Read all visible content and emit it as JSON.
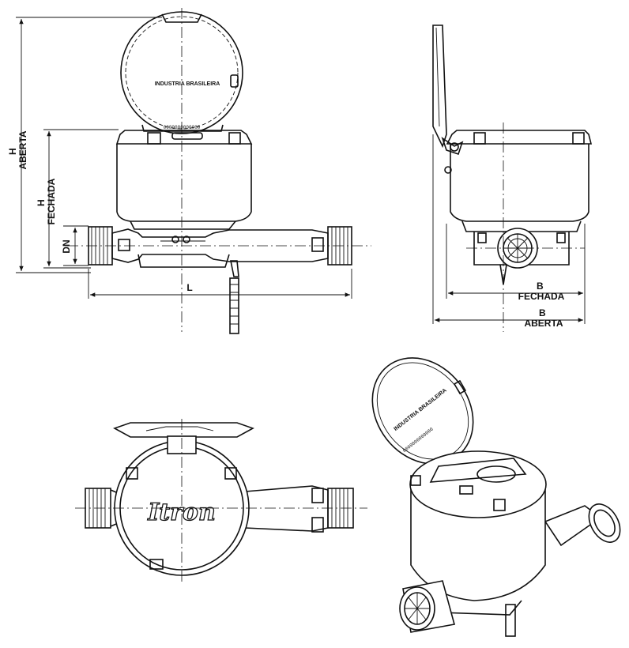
{
  "dimensions": {
    "h_aberta": [
      "H",
      "ABERTA"
    ],
    "h_fechada": [
      "H",
      "FECHADA"
    ],
    "dn": "DN",
    "l": "L",
    "b_fechada": [
      "B",
      "FECHADA"
    ],
    "b_aberta": [
      "B",
      "ABERTA"
    ]
  },
  "lid_text": "INDUSTRIA BRASILEIRA",
  "serial_text": "0000000000000",
  "brand_logo": "Itron",
  "views": [
    "front-view",
    "side-view",
    "top-view",
    "isometric-view"
  ]
}
